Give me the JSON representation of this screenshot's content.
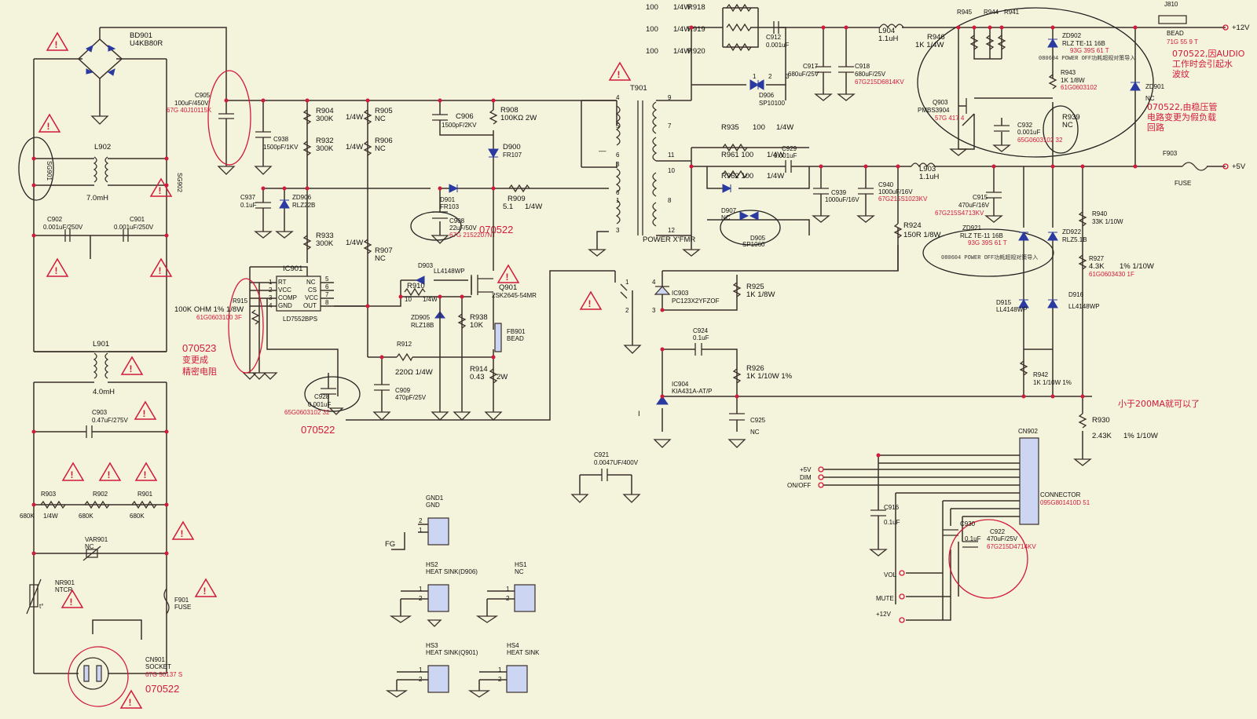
{
  "labels": {
    "bd901": "BD901",
    "u4kb80r": "U4KB80R",
    "c905": "C905",
    "c905v": "100uF/450V",
    "c905p": "67G 40J10115K",
    "c938": "C938",
    "c938v": "1500pF/1KV",
    "r904": "R904",
    "r904v": "300K",
    "r905": "R905",
    "r905v": "NC",
    "r932": "R932",
    "r932v": "300K",
    "r906": "R906",
    "r906v": "NC",
    "q14w": "1/4W",
    "c906": "C906",
    "c906v": "1500pF/2KV",
    "r908": "R908",
    "r908v": "100KΩ 2W",
    "d900": "D900",
    "d900v": "FR107",
    "t901": "T901",
    "xfmr": "POWER X'FMR",
    "l902": "L902",
    "l902v": "7.0mH",
    "sg901": "SG901",
    "sg902": "SG902",
    "nc": "NC",
    "c937": "C937",
    "c937v": "0.1uF",
    "zd906": "ZD906",
    "zd906v": "RLZ22B",
    "d901": "D901",
    "d901v": "FR103",
    "r909": "R909",
    "r909v": "5.1",
    "r909w": "1/4W",
    "c908": "C908",
    "c908v": "22uF/50V",
    "c908p": "67G 2152207NT",
    "c902": "C902",
    "c902v": "0.001uF/250V",
    "c901": "C901",
    "c901v": "0.001uF/250V",
    "r933": "R933",
    "r933v": "300K",
    "r907": "R907",
    "r907v": "NC",
    "ic901": "IC901",
    "pin_rt": "RT",
    "pin_vcc": "VCC",
    "pin_comp": "COMP",
    "pin_gnd": "GND",
    "pin_nc": "NC",
    "pin_cs": "CS",
    "pin_vcc2": "VCC",
    "pin_out": "OUT",
    "ld7552": "LD7552BPS",
    "d903": "D903",
    "d903v": "LL4148WP",
    "r910": "R910",
    "r910v": "10",
    "r910w": "1/4W",
    "q901": "Q901",
    "q901v": "2SK2645-54MR",
    "r915": "R915",
    "r915v": "100K OHM 1% 1/8W",
    "r915p": "61G0603100 3F",
    "zd905": "ZD905",
    "zd905v": "RLZ18B",
    "r938": "R938",
    "r938v": "10K",
    "fb901": "FB901",
    "fb901v": "BEAD",
    "r912": "R912",
    "r912v": "220Ω 1/4W",
    "r914": "R914",
    "r914v": "0.43",
    "r914w": "2W",
    "l901": "L901",
    "l901v": "4.0mH",
    "c928": "C928",
    "c928v": "0.001uF",
    "c928p": "65G0603102 32",
    "c909": "C909",
    "c909v": "470pF/25V",
    "rev1": "070523",
    "rev1a": "变更成",
    "rev1b": "精密电阻",
    "rev2": "070522",
    "rev3": "070522",
    "rev4": "070522",
    "c903": "C903",
    "c903v": "0.47uF/275V",
    "r903": "R903",
    "r902": "R902",
    "r901": "R901",
    "r680": "680K",
    "q14w2": "1/4W",
    "var901": "VAR901",
    "nr901": "NR901",
    "ntcr": "NTCR",
    "f901": "F901",
    "fuse": "FUSE",
    "cn901": "CN901",
    "socket": "SOCKET",
    "cn901p": "67G 50137 S",
    "gnd1": "GND1",
    "gnd": "GND",
    "fg": "FG",
    "hs2": "HS2",
    "hs2v": "HEAT SINK(D906)",
    "hs1": "HS1",
    "hs1v": "NC",
    "hs3": "HS3",
    "hs3v": "HEAT SINK(Q901)",
    "hs4": "HS4",
    "hs4v": "HEAT SINK",
    "c921": "C921",
    "c921v": "0.0047UF/400V",
    "ic903": "IC903",
    "ic903v": "PC123X2YFZOF",
    "r925": "R925",
    "r925v": "1K 1/8W",
    "c924": "C924",
    "c924v": "0.1uF",
    "r926": "R926",
    "r926v": "1K 1/10W 1%",
    "ic904": "IC904",
    "ic904v": "KIA431A-AT/P",
    "c925": "C925",
    "c925v": "NC",
    "r918": "R918",
    "r919": "R919",
    "r920": "R920",
    "r100": "100",
    "r14w": "1/4W",
    "c912": "C912",
    "c912v": "0.001uF",
    "d906": "D906",
    "d906v": "SP10100",
    "c917": "C917",
    "c917v": "680uF/25V",
    "c918": "C918",
    "c918v": "680uF/25V",
    "c918p": "67G215D6814KV",
    "l904": "L904",
    "l904v": "1.1uH",
    "r935": "R935",
    "r935v": "100",
    "r935w": "1/4W",
    "r961": "R961 100",
    "r962": "R962 100",
    "r96w": "1/4W",
    "c929": "C929",
    "c929v": "0.001uF",
    "d907": "D907",
    "d907v": "NC",
    "d905": "D905",
    "d905v": "SP1060",
    "c939": "C939",
    "c939v": "1000uF/16V",
    "c940": "C940",
    "c940v": "1000uF/16V",
    "c940p": "67G215S1023KV",
    "l903": "L903",
    "l903v": "1.1uH",
    "r924": "R924",
    "r924v": "150R 1/8W",
    "r945": "R945",
    "r944": "R944",
    "r941": "R941",
    "r946": "R946",
    "r946v": "1K 1/4W",
    "j810": "J810",
    "bead": "BEAD",
    "j810p": "71G 55 9 T",
    "p12v": "+12V",
    "p5v": "+5V",
    "zd902": "ZD902",
    "zd902v": "RLZ TE-11 16B",
    "zd902p": "93G 39S 61 T",
    "note1": "080604 POWER OFF功耗超规对策导入",
    "r943": "R943",
    "r943v": "1K 1/8W",
    "r943p": "61G0603102",
    "q903": "Q903",
    "q903v": "PMBS3904",
    "q903p": "57G 417 4",
    "c932": "C932",
    "c932v": "0.001uF",
    "c932p": "65G0603102 32",
    "r939": "R939",
    "r939v": "NC",
    "zd901": "ZD901",
    "zd901v": "NC",
    "note2a": "070522,因AUDIO",
    "note2b": "工作时会引起水",
    "note2c": "波纹",
    "note3a": "070522,由稳压管",
    "note3b": "电路变更为假负载",
    "note3c": "回路",
    "f903": "F903",
    "fuse2": "FUSE",
    "c915": "C915",
    "c915v": "470uF/16V",
    "c915p": "67G215S4713KV",
    "zd921": "ZD921",
    "zd921v": "RLZ TE-11 16B",
    "zd921p": "93G 39S 61 T",
    "note4": "080604 POWER OFF功耗超规对策导入",
    "zd922": "ZD922",
    "zd922v": "RLZ5.1B",
    "r940": "R940",
    "r940v": "33K 1/10W",
    "r927": "R927",
    "r927v": "4.3K",
    "r927w": "1% 1/10W",
    "r927p": "61G0603430 1F",
    "d915": "D915",
    "d915v": "LL4148WP",
    "d916": "D916",
    "d916v": "LL4148WP",
    "r942": "R942",
    "r942v": "1K 1/10W 1%",
    "note5": "小于200MA就可以了",
    "r930": "R930",
    "r930v": "2.43K",
    "r930w": "1% 1/10W",
    "cn902": "CN902",
    "connector": "CONNECTOR",
    "cn902p": "095G801410D 51",
    "sig5v": "+5V",
    "dim": "DIM",
    "onoff": "ON/OFF",
    "c916": "C916",
    "c916v": "0.1uF",
    "c930": "C930",
    "c930v": "0.1uF",
    "c922": "C922",
    "c922v": "470uF/25V",
    "c922p": "67G215D4714KV",
    "vol": "VOL",
    "mute": "MUTE",
    "p12vb": "+12V",
    "mark_I": "I",
    "p1": "1",
    "p2": "2",
    "p3": "3",
    "p4": "4",
    "p5": "5",
    "p6": "6",
    "p7": "7",
    "p8": "8",
    "p9": "9",
    "p10": "10",
    "p11": "11",
    "p12": "12",
    "warn_mark": "!",
    "tdeg": "t°",
    "plus": "+",
    "minus": "-",
    "dash": "—"
  },
  "colors": {
    "background": "#F4F3DB",
    "wire": "#3a2e2a",
    "annotation": "#d21a3a"
  }
}
